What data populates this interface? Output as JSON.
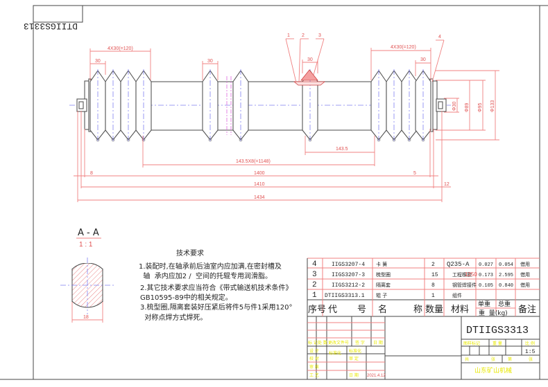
{
  "drawing": {
    "mirrored_code": "DTIIGS3313",
    "main_view": {
      "balloons": [
        "1",
        "2",
        "3",
        "4"
      ],
      "dimensions": {
        "pitch_left": "4X30(=120)",
        "pitch_right": "4X30(=120)",
        "ring_left": "30",
        "ring_mid_left": "30",
        "ring_center": "30",
        "ring_right": "30",
        "spacing_single": "143.5",
        "spacing_total": "143.5X8(=1148)",
        "length_1400": "1400",
        "length_1410": "1410",
        "length_1434": "1434",
        "offset_left": "8",
        "offset_right_5": "5",
        "offset_right_12": "12",
        "dia_shaft": "Φ30",
        "dia_tube": "Φ89",
        "dia_body": "Φ95",
        "dia_outer": "Φ133"
      }
    },
    "section": {
      "title": "A - A",
      "scale": "1 : 1",
      "width_dim": "18"
    },
    "technical_requirements": {
      "heading": "技术要求",
      "lines": [
        "1.装配时,在轴承前后油室内应加满,在密封槽及",
        "  轴  承内应加2 /  空间的托辊专用润滑脂。",
        "2.其它技术要求应当符合《带式输送机技术条件》",
        "GB10595-89中的相关规定。",
        "3.梳型圈,隔离套装好压紧后将件5与件1采用120°",
        "  对称点焊方式焊死。"
      ]
    },
    "parts_list": {
      "rows": [
        {
          "no": "4",
          "code": "IIGS3207-4",
          "name": "卡  簧",
          "qty": "2",
          "material": "Q235-A",
          "material_note": "",
          "unit_weight": "0.027",
          "total_weight": "0.054",
          "remark": "借用"
        },
        {
          "no": "3",
          "code": "IIGS3207-3",
          "name": "梳型圈",
          "qty": "15",
          "material": "工程橡胶",
          "material_note": "1250",
          "unit_weight": "0.173",
          "total_weight": "2.595",
          "remark": "借用"
        },
        {
          "no": "2",
          "code": "IIGS3212-2",
          "name": "隔离套",
          "qty": "8",
          "material": "钢管焊接件",
          "material_note": "",
          "unit_weight": "0.105",
          "total_weight": "0.840",
          "remark": "借用"
        },
        {
          "no": "1",
          "code": "DTIIGS3313.1",
          "name": "辊  子",
          "qty": "1",
          "material": "组件",
          "material_note": "",
          "unit_weight": "",
          "total_weight": "",
          "remark": ""
        }
      ],
      "header": {
        "no": "序号",
        "code_a": "代",
        "code_b": "号",
        "name_a": "名",
        "name_b": "称",
        "qty": "数量",
        "material": "材料",
        "unit_weight": "单重",
        "total_weight": "总重",
        "weight_unit": "重  量(kg)",
        "remark": "备注"
      }
    },
    "title_block": {
      "drawing_number": "DTIIGS3313",
      "scale": "1:5",
      "revision_labels": [
        "标 记",
        "处 数",
        "更改文件号",
        "签  字",
        "日  期"
      ],
      "sign_labels": [
        "设  计",
        "校  对",
        "审  核",
        "工  艺"
      ],
      "sign_mid_labels": [
        "标准化",
        "审  定",
        "日  期"
      ],
      "designer_mark": "标准化",
      "date": "2021.4.12",
      "stage_labels": [
        "图样标记",
        "重  量",
        "比  例"
      ],
      "sheet_labels": [
        "共",
        "张",
        "第",
        "张"
      ],
      "company": "山东矿山机械"
    }
  }
}
